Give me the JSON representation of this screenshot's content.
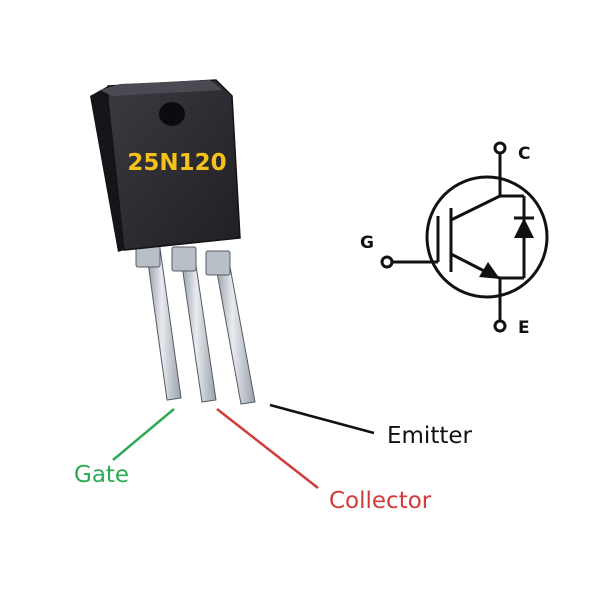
{
  "part_number": "25N120",
  "pin_labels": {
    "gate": "Gate",
    "collector": "Collector",
    "emitter": "Emitter"
  },
  "symbol_labels": {
    "gate": "G",
    "collector": "C",
    "emitter": "E"
  },
  "colors": {
    "part_number_text": "#f5c21b",
    "body": "#2e2e33",
    "lead": "#c9ced6",
    "gate_line": "#2eaa55",
    "collector_line": "#d23a3a",
    "emitter_line": "#111111"
  }
}
